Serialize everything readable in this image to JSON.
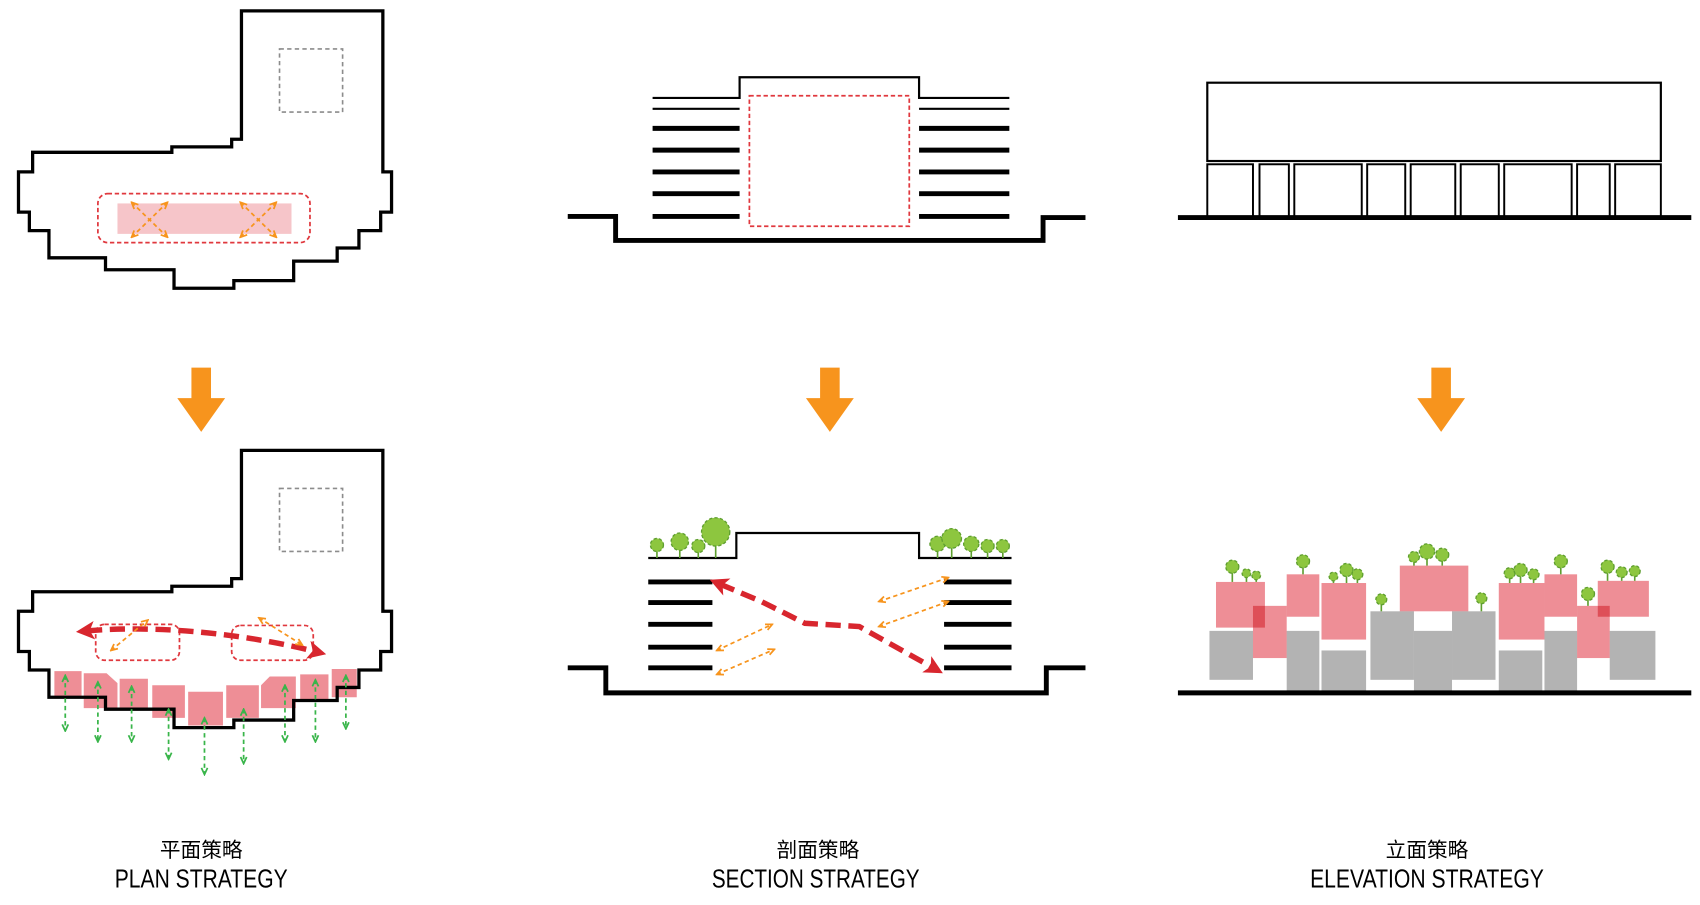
{
  "plan": {
    "label_cn": "平面策略",
    "label_en": "PLAN STRATEGY"
  },
  "section": {
    "label_cn": "剖面策略",
    "label_en": "SECTION STRATEGY"
  },
  "elevation": {
    "label_cn": "立面策略",
    "label_en": "ELEVATION STRATEGY"
  },
  "colors": {
    "line": "#000000",
    "transition_arrow": "#f7941d",
    "circulation_arrow": "#d8262e",
    "program_zone": "#e0383e",
    "program_zone_fill": "#f6c5c9",
    "facade_extension": "#ee8e96",
    "existing_volume": "#b3b3b3",
    "greenery": "#8dc63f",
    "greenery_outline": "#5e9e2f",
    "view_arrow": "#39b54a",
    "core": "#8c8c8c"
  },
  "icons": {
    "transition": "down-arrow-icon"
  }
}
